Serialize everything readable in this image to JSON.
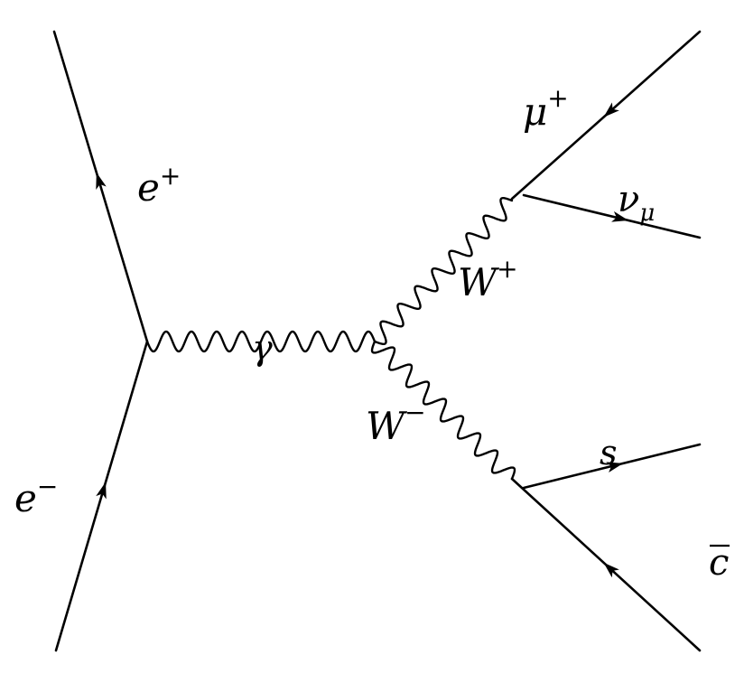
{
  "labels": {
    "e_minus": {
      "base": "e",
      "sup": "−",
      "sub": ""
    },
    "e_plus": {
      "base": "e",
      "sup": "+",
      "sub": ""
    },
    "gamma": {
      "base": "γ",
      "sup": "",
      "sub": ""
    },
    "w_plus": {
      "base": "W",
      "sup": "+",
      "sub": ""
    },
    "w_minus": {
      "base": "W",
      "sup": "−",
      "sub": ""
    },
    "mu_plus": {
      "base": "μ",
      "sup": "+",
      "sub": ""
    },
    "nu_mu": {
      "base": "ν",
      "sup": "",
      "sub": "μ"
    },
    "s_quark": {
      "base": "s",
      "sup": "",
      "sub": ""
    },
    "c_bar": {
      "base": "c",
      "sup": "",
      "sub": ""
    }
  }
}
